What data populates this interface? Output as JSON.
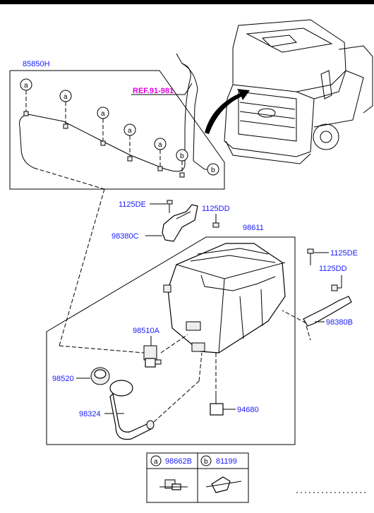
{
  "header": {
    "bar_color": "#000000"
  },
  "colors": {
    "part_label": "#1a1aff",
    "reference_label": "#e000e0",
    "line": "#000000"
  },
  "labels": {
    "hose_assembly": "85850H",
    "reference": "REF.91-981",
    "bolt_upper": "1125DE",
    "bolt_upper_b": "1125DD",
    "bracket_left": "98380C",
    "reservoir": "98611",
    "bolt_right": "1125DE",
    "bolt_right_b": "1125DD",
    "bracket_right": "98380B",
    "pump": "98510A",
    "cap": "98520",
    "filler_hose": "98324",
    "level_sensor": "94680"
  },
  "callouts": {
    "a": "a",
    "b": "b"
  },
  "legend": {
    "a_letter": "a",
    "a_part": "98662B",
    "b_letter": "b",
    "b_part": "81199"
  },
  "icons": [
    "clip-icon",
    "clamp-icon",
    "truck-illustration",
    "reservoir-tank",
    "washer-pump",
    "filler-cap",
    "filler-hose",
    "level-sensor",
    "bracket",
    "bolt"
  ]
}
